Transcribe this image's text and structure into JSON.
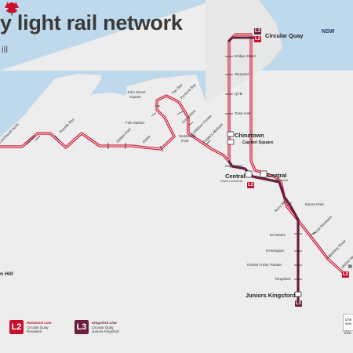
{
  "title": "y light rail network",
  "subtitle": "ill",
  "colors": {
    "l2": "#c8102e",
    "l3": "#6b1f3f",
    "water": "#bfd9ec",
    "land": "#ededed"
  },
  "line_badges": {
    "l2": "L2",
    "l3": "L3"
  },
  "logo": {
    "text": "NSW",
    "icon": "nsw-waratah-icon"
  },
  "hubs": {
    "circular_quay": "Circular Quay",
    "chinatown": "Chinatown",
    "capitol_square": "Capitol Square",
    "central_left": "Central",
    "central_left_sub": "Grand Concourse",
    "central_right": "Central",
    "central_right_sub": "Chalmers Street",
    "juniors_kingsford": "Juniors Kingsford"
  },
  "stations": {
    "bridge_street": "Bridge Street",
    "wynyard": "Wynyard",
    "qvb": "QVB",
    "town_hall": "Town Hall",
    "haymarket": "Haymarket",
    "surry_hills": "Surry Hills",
    "moore_park": "Moore Park",
    "royal_randwick": "Royal Randwick",
    "wansey_road": "Wansey Road",
    "unsw_high": "UNSW High",
    "es_marks": "ES Marks",
    "kensington": "Kensington",
    "unsw_anzac": "UNSW Anzac Parade",
    "kingsford": "Kingsford",
    "john_street": "John Street",
    "john_street_2": "Square",
    "the_star": "The Star",
    "pyrmont_bay": "Pyrmont Bay",
    "convention": "Convention",
    "exhibition": "Exhibition Centre",
    "paddys": "Paddy's Markets",
    "fish_market": "Fish Market",
    "wentworth": "Wentworth",
    "wentworth_2": "Park",
    "glebe": "Glebe",
    "jubilee": "Jubilee Park",
    "rozelle": "Rozelle Bay",
    "lilyfield": "Lilyfield",
    "leichhardt": "Leichhardt North"
  },
  "edge_labels": {
    "right_r": "R",
    "left_hill": "n Hill"
  },
  "legend": {
    "l2_title": "Randwick Line",
    "l2_line1": "Circular Quay",
    "l2_line2": "Randwick",
    "l3_title": "Kingsford Line",
    "l3_line1": "Circular Quay",
    "l3_line2": "Juniors Kingsford"
  },
  "ticket": {
    "line1": "Che",
    "line2": "serv"
  },
  "visit": "Visi"
}
